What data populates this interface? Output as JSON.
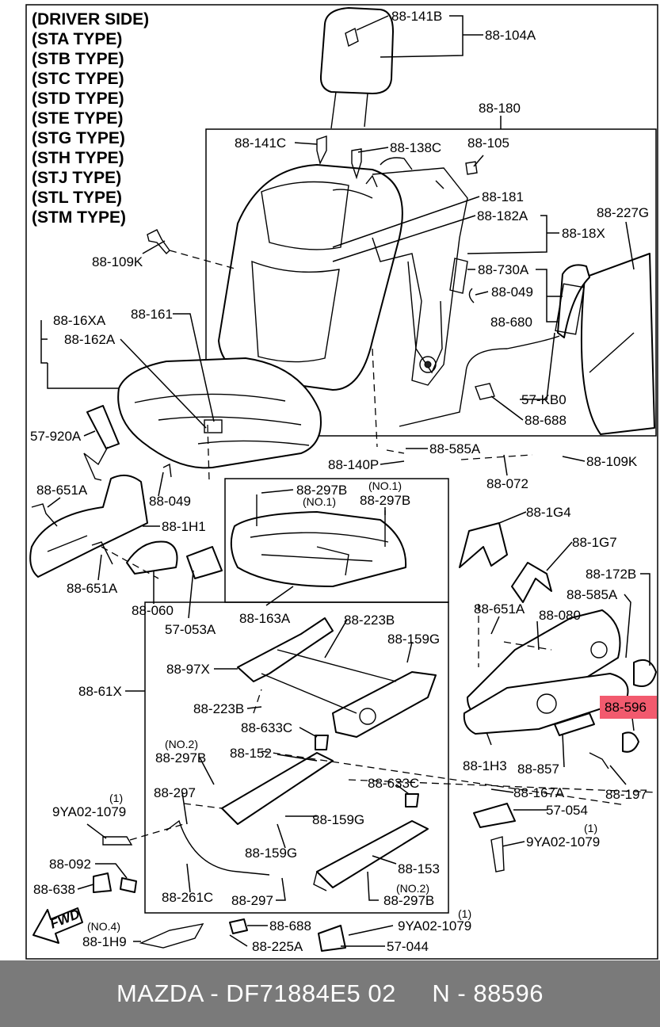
{
  "diagram": {
    "title_lines": [
      "(DRIVER SIDE)",
      "(STA TYPE)",
      "(STB TYPE)",
      "(STC TYPE)",
      "(STD TYPE)",
      "(STE TYPE)",
      "(STG TYPE)",
      "(STH TYPE)",
      "(STJ TYPE)",
      "(STL TYPE)",
      "(STM TYPE)"
    ],
    "labels": {
      "l88141B": "88-141B",
      "l88104A": "88-104A",
      "l88180": "88-180",
      "l88141C": "88-141C",
      "l88138C": "88-138C",
      "l88105": "88-105",
      "l88227G": "88-227G",
      "l88181": "88-181",
      "l88182A": "88-182A",
      "l8818X": "88-18X",
      "l88109K_a": "88-109K",
      "l88730A": "88-730A",
      "l88049_a": "88-049",
      "l88680": "88-680",
      "l8816XA": "88-16XA",
      "l88161": "88-161",
      "l88162A": "88-162A",
      "l57KB0": "57-KB0",
      "l88688_a": "88-688",
      "l57920A": "57-920A",
      "l88585A_a": "88-585A",
      "l88140P": "88-140P",
      "l88109K_b": "88-109K",
      "l88072": "88-072",
      "l88049_b": "88-049",
      "l88651A_a": "88-651A",
      "l88297B_a": "88-297B",
      "l_no1_a": "(NO.1)",
      "l_no1_b": "(NO.1)",
      "l88297B_b": "88-297B",
      "l881H1": "88-1H1",
      "l881G4": "88-1G4",
      "l881G7": "88-1G7",
      "l88651A_b": "88-651A",
      "l88060": "88-060",
      "l57053A": "57-053A",
      "l88163A": "88-163A",
      "l88172B": "88-172B",
      "l88585A_b": "88-585A",
      "l88223B_a": "88-223B",
      "l88651A_c": "88-651A",
      "l88080": "88-080",
      "l88159G_a": "88-159G",
      "l8897X": "88-97X",
      "l8861X": "88-61X",
      "l88596": "88-596",
      "l88223B_b": "88-223B",
      "l88633C_a": "88-633C",
      "l_no2_a": "(NO.2)",
      "l88297B_c": "88-297B",
      "l88152": "88-152",
      "l881H3": "88-1H3",
      "l88857": "88-857",
      "l88197": "88-197",
      "l88633C_b": "88-633C",
      "l88297_a": "88-297",
      "l88167A": "88-167A",
      "l_1_a": "(1)",
      "l9YA021079_a": "9YA02-1079",
      "l88159G_b": "88-159G",
      "l57054": "57-054",
      "l_1_b": "(1)",
      "l9YA021079_b": "9YA02-1079",
      "l88159G_c": "88-159G",
      "l88092": "88-092",
      "l88153": "88-153",
      "l88638": "88-638",
      "l88261C": "88-261C",
      "l88297_b": "88-297",
      "l_no2_b": "(NO.2)",
      "l88297B_d": "88-297B",
      "l_fwd": "FWD",
      "l_no4": "(NO.4)",
      "l881H9": "88-1H9",
      "l88688_b": "88-688",
      "l_1_c": "(1)",
      "l9YA021079_c": "9YA02-1079",
      "l88225A": "88-225A",
      "l57044": "57-044"
    },
    "highlight_color": "#f25a6e"
  },
  "footer": {
    "text": "MAZDA - DF71884E5 02     N - 88596"
  }
}
